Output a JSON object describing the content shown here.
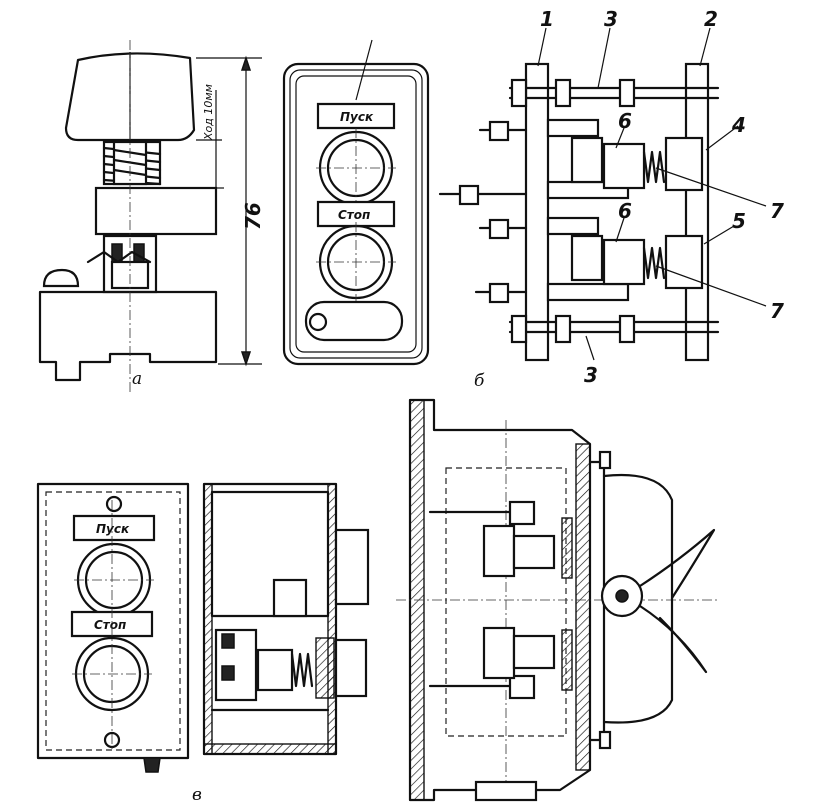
{
  "panels": {
    "a": {
      "label": "а",
      "dimension": "76",
      "stroke_note": "Ход 10мм"
    },
    "b": {
      "label": "б",
      "plate_top": "Пуск",
      "plate_bottom": "Стоп",
      "callouts": [
        "1",
        "3",
        "2",
        "4",
        "6",
        "7",
        "6",
        "5",
        "7",
        "3"
      ]
    },
    "v": {
      "label": "в",
      "plate_top": "Пуск",
      "plate_bottom": "Стоп"
    }
  }
}
